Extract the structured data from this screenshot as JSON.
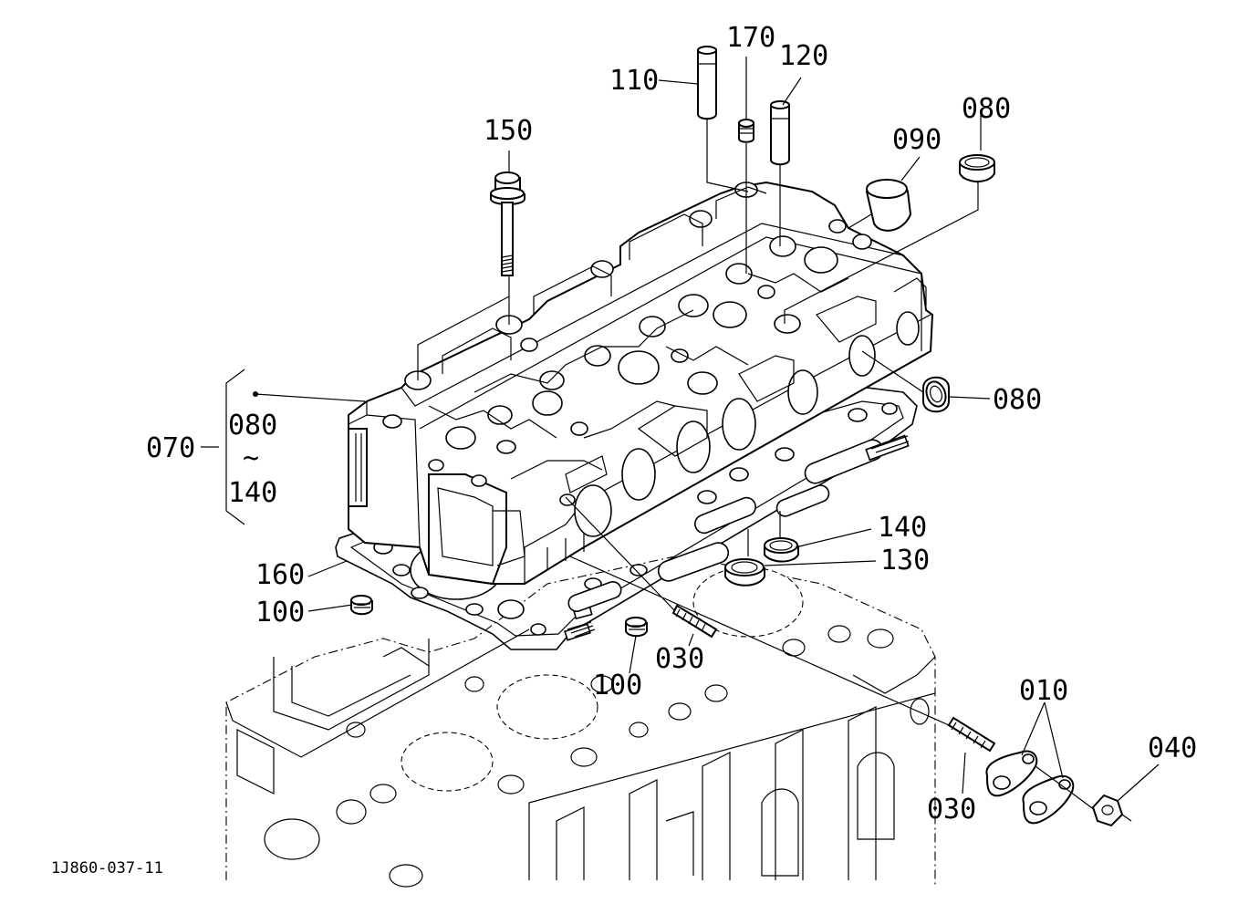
{
  "labels": {
    "p110": "110",
    "p170": "170",
    "p120": "120",
    "p150": "150",
    "p090": "090",
    "p080_top": "080",
    "p080_right": "080",
    "p070": "070",
    "p080_range": "080",
    "tilde": "~",
    "p140_range": "140",
    "p140": "140",
    "p130": "130",
    "p160": "160",
    "p100_left": "100",
    "p030_mid": "030",
    "p100_mid": "100",
    "p010": "010",
    "p040": "040",
    "p030_right": "030"
  },
  "drawing_code": "1J860-037-11"
}
